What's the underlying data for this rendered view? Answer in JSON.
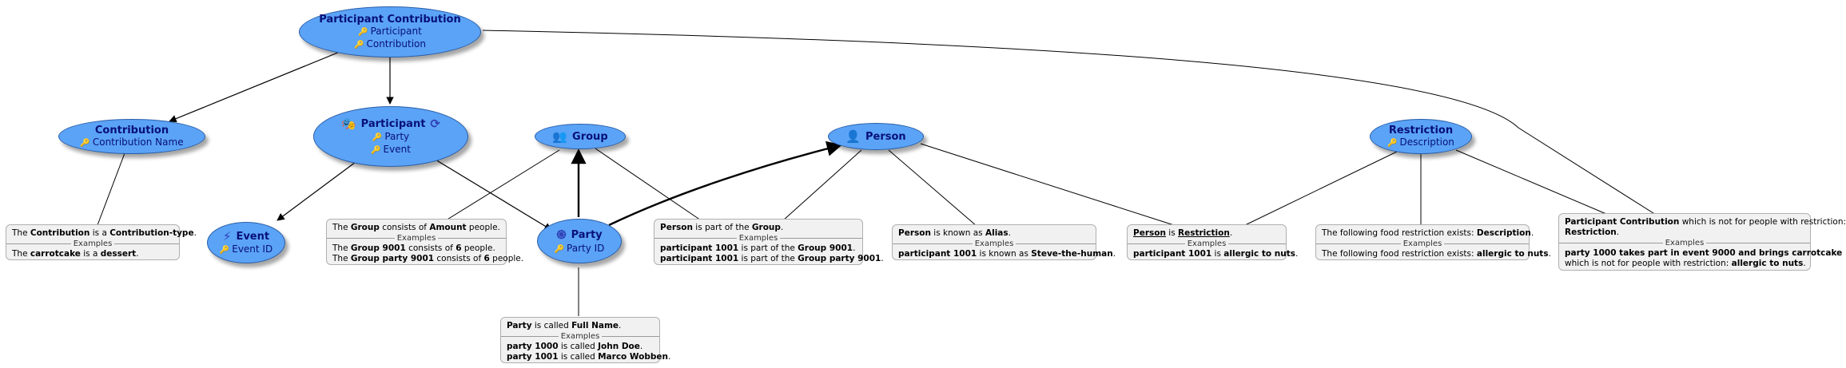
{
  "nodes": {
    "participant_contribution": {
      "title": "Participant Contribution",
      "fields": [
        "Participant",
        "Contribution"
      ]
    },
    "contribution": {
      "title": "Contribution",
      "fields": [
        "Contribution Name"
      ]
    },
    "participant": {
      "title": "Participant",
      "fields": [
        "Party",
        "Event"
      ]
    },
    "group": {
      "title": "Group"
    },
    "person": {
      "title": "Person"
    },
    "restriction": {
      "title": "Restriction",
      "fields": [
        "Description"
      ]
    },
    "event": {
      "title": "Event",
      "fields": [
        "Event ID"
      ]
    },
    "party": {
      "title": "Party",
      "fields": [
        "Party ID"
      ]
    }
  },
  "notes": {
    "contribution": {
      "definition": [
        "The ",
        "Contribution",
        " is a ",
        "Contribution-type",
        "."
      ],
      "examples_label": "Examples",
      "example1": [
        "The ",
        "carrotcake",
        " is a ",
        "dessert",
        "."
      ]
    },
    "group": {
      "definition": [
        "The ",
        "Group",
        " consists of ",
        "Amount",
        " people."
      ],
      "examples_label": "Examples",
      "example1": [
        "The ",
        "Group 9001",
        " consists of ",
        "6",
        " people."
      ],
      "example2": [
        "The ",
        "Group party 9001",
        " consists of ",
        "6",
        " people."
      ]
    },
    "person_group": {
      "definition": [
        "Person",
        " is part of the ",
        "Group",
        "."
      ],
      "examples_label": "Examples",
      "example1": [
        "participant 1001",
        " is part of the ",
        "Group 9001",
        "."
      ],
      "example2": [
        "participant 1001",
        " is part of the ",
        "Group party 9001",
        "."
      ]
    },
    "alias": {
      "definition": [
        "Person",
        " is known as ",
        "Alias",
        "."
      ],
      "examples_label": "Examples",
      "example1": [
        "participant 1001",
        " is known as ",
        "Steve-the-human",
        "."
      ]
    },
    "person_restriction": {
      "definition": [
        "Person",
        " is ",
        "Restriction",
        "."
      ],
      "examples_label": "Examples",
      "example1": [
        "participant 1001",
        " is ",
        "allergic to nuts",
        "."
      ]
    },
    "description": {
      "definition": [
        "The following food restriction exists: ",
        "Description",
        "."
      ],
      "examples_label": "Examples",
      "example1": [
        "The following food restriction exists: ",
        "allergic to nuts",
        "."
      ]
    },
    "pc_restriction": {
      "definition_a": [
        "Participant Contribution",
        " which is not for people with restriction:"
      ],
      "definition_b": [
        "Restriction",
        "."
      ],
      "examples_label": "Examples",
      "example1_a": [
        "party 1000 takes part in event 9000 and brings carrotcake"
      ],
      "example1_b": [
        "which is not for people with restriction: ",
        "allergic to nuts",
        "."
      ]
    },
    "party": {
      "definition": [
        "Party",
        " is called ",
        "Full Name",
        "."
      ],
      "examples_label": "Examples",
      "example1": [
        "party 1000",
        " is called ",
        "John Doe",
        "."
      ],
      "example2": [
        "party 1001",
        " is called ",
        "Marco Wobben",
        "."
      ]
    }
  },
  "icons": {
    "key": "key-icon",
    "participant": "theater-masks-icon",
    "participant_history": "history-icon",
    "group": "users-icon",
    "person": "user-icon",
    "event": "bolt-icon",
    "party": "fingerprint-icon"
  },
  "colors": {
    "node_fill": "#5ba3f7",
    "node_stroke": "#2a5fa8",
    "node_text": "#07107a",
    "note_fill": "#f1f1f1"
  }
}
